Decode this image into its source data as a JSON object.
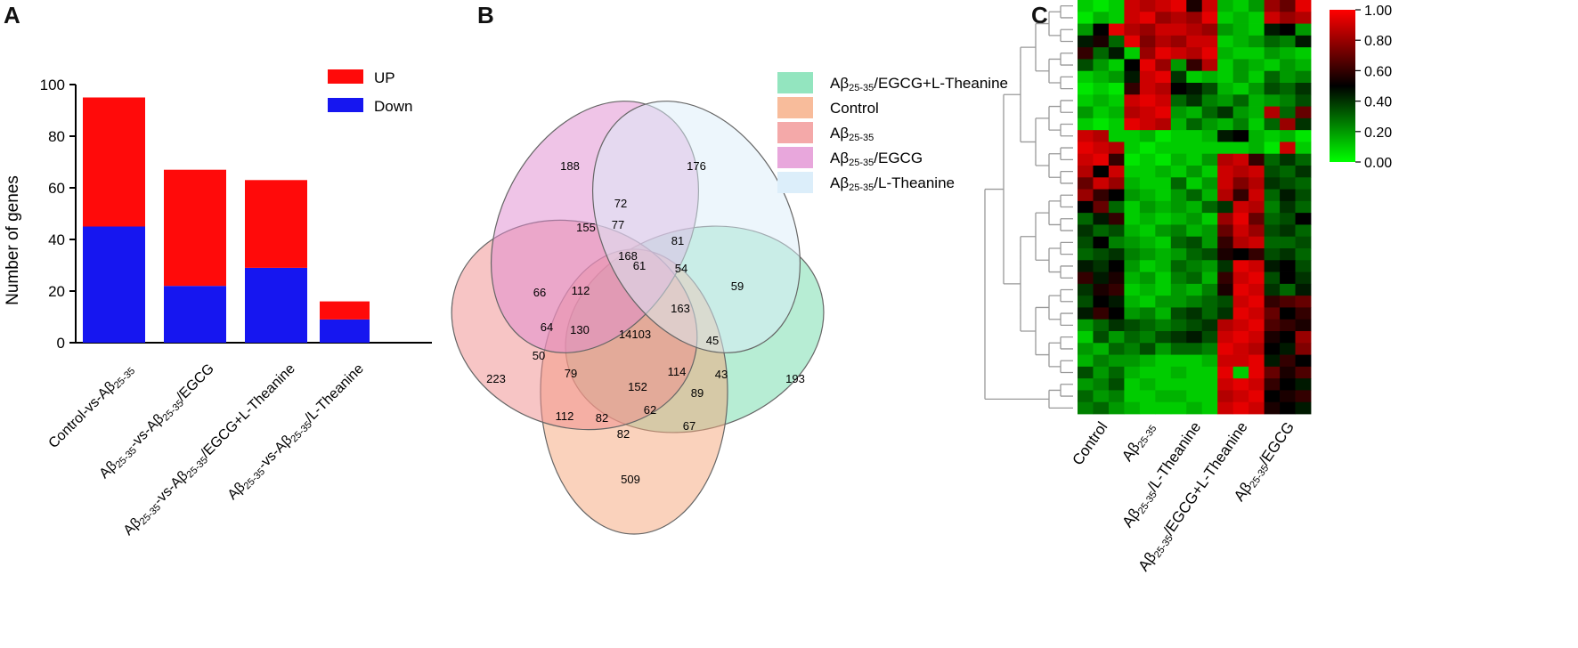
{
  "panels": {
    "a": "A",
    "b": "B",
    "c": "C"
  },
  "chart_data": [
    {
      "type": "bar",
      "stacked": true,
      "ylabel": "Number of genes",
      "ylim": [
        0,
        100
      ],
      "yticks": [
        0,
        20,
        40,
        60,
        80,
        100
      ],
      "categories": [
        "Control-vs-Aβ25-35",
        "Aβ25-35-vs-Aβ25-35/EGCG",
        "Aβ25-35-vs-Aβ25-35/EGCG+L-Theanine",
        "Aβ25-35-vs-Aβ25-35/L-Theanine"
      ],
      "series": [
        {
          "name": "Down",
          "color": "#1616f0",
          "values": [
            45,
            22,
            29,
            9
          ]
        },
        {
          "name": "UP",
          "color": "#ff0a0a",
          "values": [
            50,
            45,
            34,
            7
          ]
        }
      ],
      "legend_position": "top-right",
      "grid": false
    },
    {
      "type": "venn",
      "sets": [
        {
          "name": "Aβ25-35/EGCG+L-Theanine",
          "color": "#6fdcaa"
        },
        {
          "name": "Control",
          "color": "#f6a57a"
        },
        {
          "name": "Aβ25-35",
          "color": "#f08c8c"
        },
        {
          "name": "Aβ25-35/EGCG",
          "color": "#e08ad0"
        },
        {
          "name": "Aβ25-35/L-Theanine",
          "color": "#dceefa"
        }
      ],
      "region_counts": [
        "188",
        "72",
        "176",
        "155",
        "77",
        "81",
        "61",
        "168",
        "66",
        "112",
        "54",
        "163",
        "59",
        "64",
        "130",
        "14103",
        "45",
        "223",
        "50",
        "193",
        "79",
        "114",
        "43",
        "152",
        "89",
        "112",
        "82",
        "62",
        "67",
        "82",
        "509"
      ]
    },
    {
      "type": "heatmap",
      "columns": [
        "Control",
        "Aβ25-35",
        "Aβ25-35/L-Theanine",
        "Aβ25-35/EGCG+L-Theanine",
        "Aβ25-35/EGCG"
      ],
      "replicates_per_column": 3,
      "rows": 35,
      "colorbar": {
        "min": 0.0,
        "max": 1.0,
        "ticks": [
          "0.00",
          "0.20",
          "0.40",
          "0.60",
          "0.80",
          "1.00"
        ],
        "colors": [
          "#00ff00",
          "#000000",
          "#ff0000"
        ]
      },
      "values": [
        [
          0.1,
          0.05,
          0.1,
          0.9,
          0.85,
          0.9,
          0.95,
          0.55,
          0.9,
          0.15,
          0.1,
          0.2,
          0.8,
          0.7,
          0.95
        ],
        [
          0.05,
          0.15,
          0.1,
          0.9,
          0.95,
          0.8,
          0.85,
          0.8,
          0.95,
          0.1,
          0.15,
          0.1,
          0.9,
          0.8,
          0.85
        ],
        [
          0.2,
          0.5,
          0.95,
          0.85,
          0.8,
          0.9,
          0.9,
          0.85,
          0.8,
          0.2,
          0.15,
          0.1,
          0.45,
          0.5,
          0.2
        ],
        [
          0.45,
          0.55,
          0.3,
          0.95,
          0.75,
          0.85,
          0.8,
          0.9,
          0.9,
          0.1,
          0.15,
          0.2,
          0.3,
          0.25,
          0.45
        ],
        [
          0.6,
          0.3,
          0.45,
          0.1,
          0.8,
          0.95,
          0.9,
          0.85,
          0.95,
          0.15,
          0.1,
          0.1,
          0.2,
          0.15,
          0.1
        ],
        [
          0.35,
          0.2,
          0.1,
          0.5,
          0.95,
          0.8,
          0.2,
          0.6,
          0.85,
          0.1,
          0.2,
          0.15,
          0.1,
          0.2,
          0.15
        ],
        [
          0.1,
          0.15,
          0.2,
          0.45,
          0.9,
          0.95,
          0.4,
          0.1,
          0.15,
          0.1,
          0.2,
          0.1,
          0.3,
          0.2,
          0.25
        ],
        [
          0.05,
          0.1,
          0.05,
          0.6,
          0.9,
          0.85,
          0.5,
          0.45,
          0.35,
          0.15,
          0.1,
          0.2,
          0.35,
          0.3,
          0.4
        ],
        [
          0.1,
          0.15,
          0.1,
          0.9,
          0.95,
          0.9,
          0.3,
          0.4,
          0.25,
          0.2,
          0.3,
          0.15,
          0.2,
          0.25,
          0.35
        ],
        [
          0.2,
          0.1,
          0.15,
          0.85,
          0.9,
          0.95,
          0.2,
          0.15,
          0.3,
          0.4,
          0.2,
          0.15,
          0.85,
          0.3,
          0.7
        ],
        [
          0.1,
          0.05,
          0.1,
          0.95,
          0.9,
          0.85,
          0.15,
          0.3,
          0.2,
          0.15,
          0.25,
          0.1,
          0.3,
          0.8,
          0.4
        ],
        [
          0.9,
          0.85,
          0.1,
          0.1,
          0.15,
          0.05,
          0.1,
          0.1,
          0.15,
          0.45,
          0.5,
          0.15,
          0.1,
          0.15,
          0.05
        ],
        [
          0.95,
          0.9,
          0.85,
          0.1,
          0.05,
          0.1,
          0.1,
          0.1,
          0.1,
          0.1,
          0.1,
          0.15,
          0.05,
          0.9,
          0.1
        ],
        [
          0.9,
          0.95,
          0.6,
          0.05,
          0.1,
          0.05,
          0.15,
          0.1,
          0.2,
          0.85,
          0.9,
          0.6,
          0.3,
          0.4,
          0.3
        ],
        [
          0.85,
          0.5,
          0.9,
          0.1,
          0.1,
          0.15,
          0.1,
          0.2,
          0.1,
          0.9,
          0.85,
          0.9,
          0.35,
          0.3,
          0.4
        ],
        [
          0.7,
          0.9,
          0.8,
          0.15,
          0.1,
          0.1,
          0.3,
          0.1,
          0.2,
          0.9,
          0.75,
          0.85,
          0.4,
          0.35,
          0.3
        ],
        [
          0.8,
          0.6,
          0.5,
          0.2,
          0.15,
          0.1,
          0.2,
          0.3,
          0.15,
          0.85,
          0.6,
          0.9,
          0.3,
          0.45,
          0.35
        ],
        [
          0.5,
          0.7,
          0.3,
          0.1,
          0.2,
          0.15,
          0.2,
          0.15,
          0.3,
          0.4,
          0.9,
          0.85,
          0.25,
          0.4,
          0.3
        ],
        [
          0.3,
          0.45,
          0.6,
          0.1,
          0.15,
          0.1,
          0.15,
          0.2,
          0.1,
          0.8,
          0.95,
          0.7,
          0.3,
          0.35,
          0.5
        ],
        [
          0.4,
          0.3,
          0.35,
          0.15,
          0.1,
          0.2,
          0.25,
          0.15,
          0.2,
          0.7,
          0.9,
          0.8,
          0.35,
          0.4,
          0.3
        ],
        [
          0.35,
          0.5,
          0.25,
          0.2,
          0.15,
          0.1,
          0.3,
          0.35,
          0.2,
          0.6,
          0.85,
          0.9,
          0.3,
          0.3,
          0.35
        ],
        [
          0.3,
          0.35,
          0.4,
          0.25,
          0.2,
          0.15,
          0.2,
          0.3,
          0.35,
          0.55,
          0.5,
          0.6,
          0.35,
          0.4,
          0.3
        ],
        [
          0.45,
          0.4,
          0.5,
          0.2,
          0.1,
          0.15,
          0.3,
          0.25,
          0.2,
          0.4,
          0.95,
          0.9,
          0.45,
          0.5,
          0.35
        ],
        [
          0.6,
          0.45,
          0.55,
          0.15,
          0.2,
          0.1,
          0.25,
          0.3,
          0.15,
          0.6,
          0.9,
          0.95,
          0.35,
          0.5,
          0.4
        ],
        [
          0.4,
          0.55,
          0.6,
          0.1,
          0.15,
          0.1,
          0.2,
          0.15,
          0.25,
          0.55,
          0.95,
          0.9,
          0.4,
          0.3,
          0.45
        ],
        [
          0.35,
          0.5,
          0.45,
          0.15,
          0.1,
          0.2,
          0.2,
          0.25,
          0.3,
          0.35,
          0.9,
          0.95,
          0.6,
          0.65,
          0.7
        ],
        [
          0.45,
          0.6,
          0.5,
          0.2,
          0.25,
          0.15,
          0.35,
          0.4,
          0.3,
          0.4,
          0.95,
          0.9,
          0.7,
          0.5,
          0.6
        ],
        [
          0.2,
          0.3,
          0.4,
          0.35,
          0.3,
          0.25,
          0.3,
          0.35,
          0.4,
          0.85,
          0.9,
          0.95,
          0.65,
          0.6,
          0.55
        ],
        [
          0.1,
          0.35,
          0.2,
          0.3,
          0.25,
          0.35,
          0.4,
          0.45,
          0.35,
          0.9,
          0.95,
          0.9,
          0.55,
          0.5,
          0.8
        ],
        [
          0.2,
          0.15,
          0.3,
          0.25,
          0.35,
          0.2,
          0.3,
          0.3,
          0.25,
          0.95,
          0.9,
          0.85,
          0.5,
          0.45,
          0.75
        ],
        [
          0.15,
          0.25,
          0.2,
          0.2,
          0.15,
          0.1,
          0.1,
          0.1,
          0.15,
          0.9,
          0.9,
          0.95,
          0.45,
          0.6,
          0.5
        ],
        [
          0.35,
          0.2,
          0.3,
          0.15,
          0.1,
          0.1,
          0.15,
          0.1,
          0.1,
          0.95,
          0.1,
          0.95,
          0.7,
          0.55,
          0.65
        ],
        [
          0.2,
          0.25,
          0.35,
          0.1,
          0.15,
          0.1,
          0.1,
          0.1,
          0.1,
          0.9,
          0.95,
          0.9,
          0.6,
          0.5,
          0.45
        ],
        [
          0.3,
          0.2,
          0.25,
          0.1,
          0.1,
          0.15,
          0.15,
          0.1,
          0.1,
          0.85,
          0.9,
          0.95,
          0.5,
          0.55,
          0.6
        ],
        [
          0.25,
          0.3,
          0.2,
          0.15,
          0.1,
          0.1,
          0.1,
          0.15,
          0.1,
          0.9,
          0.95,
          0.9,
          0.55,
          0.5,
          0.45
        ]
      ]
    }
  ]
}
